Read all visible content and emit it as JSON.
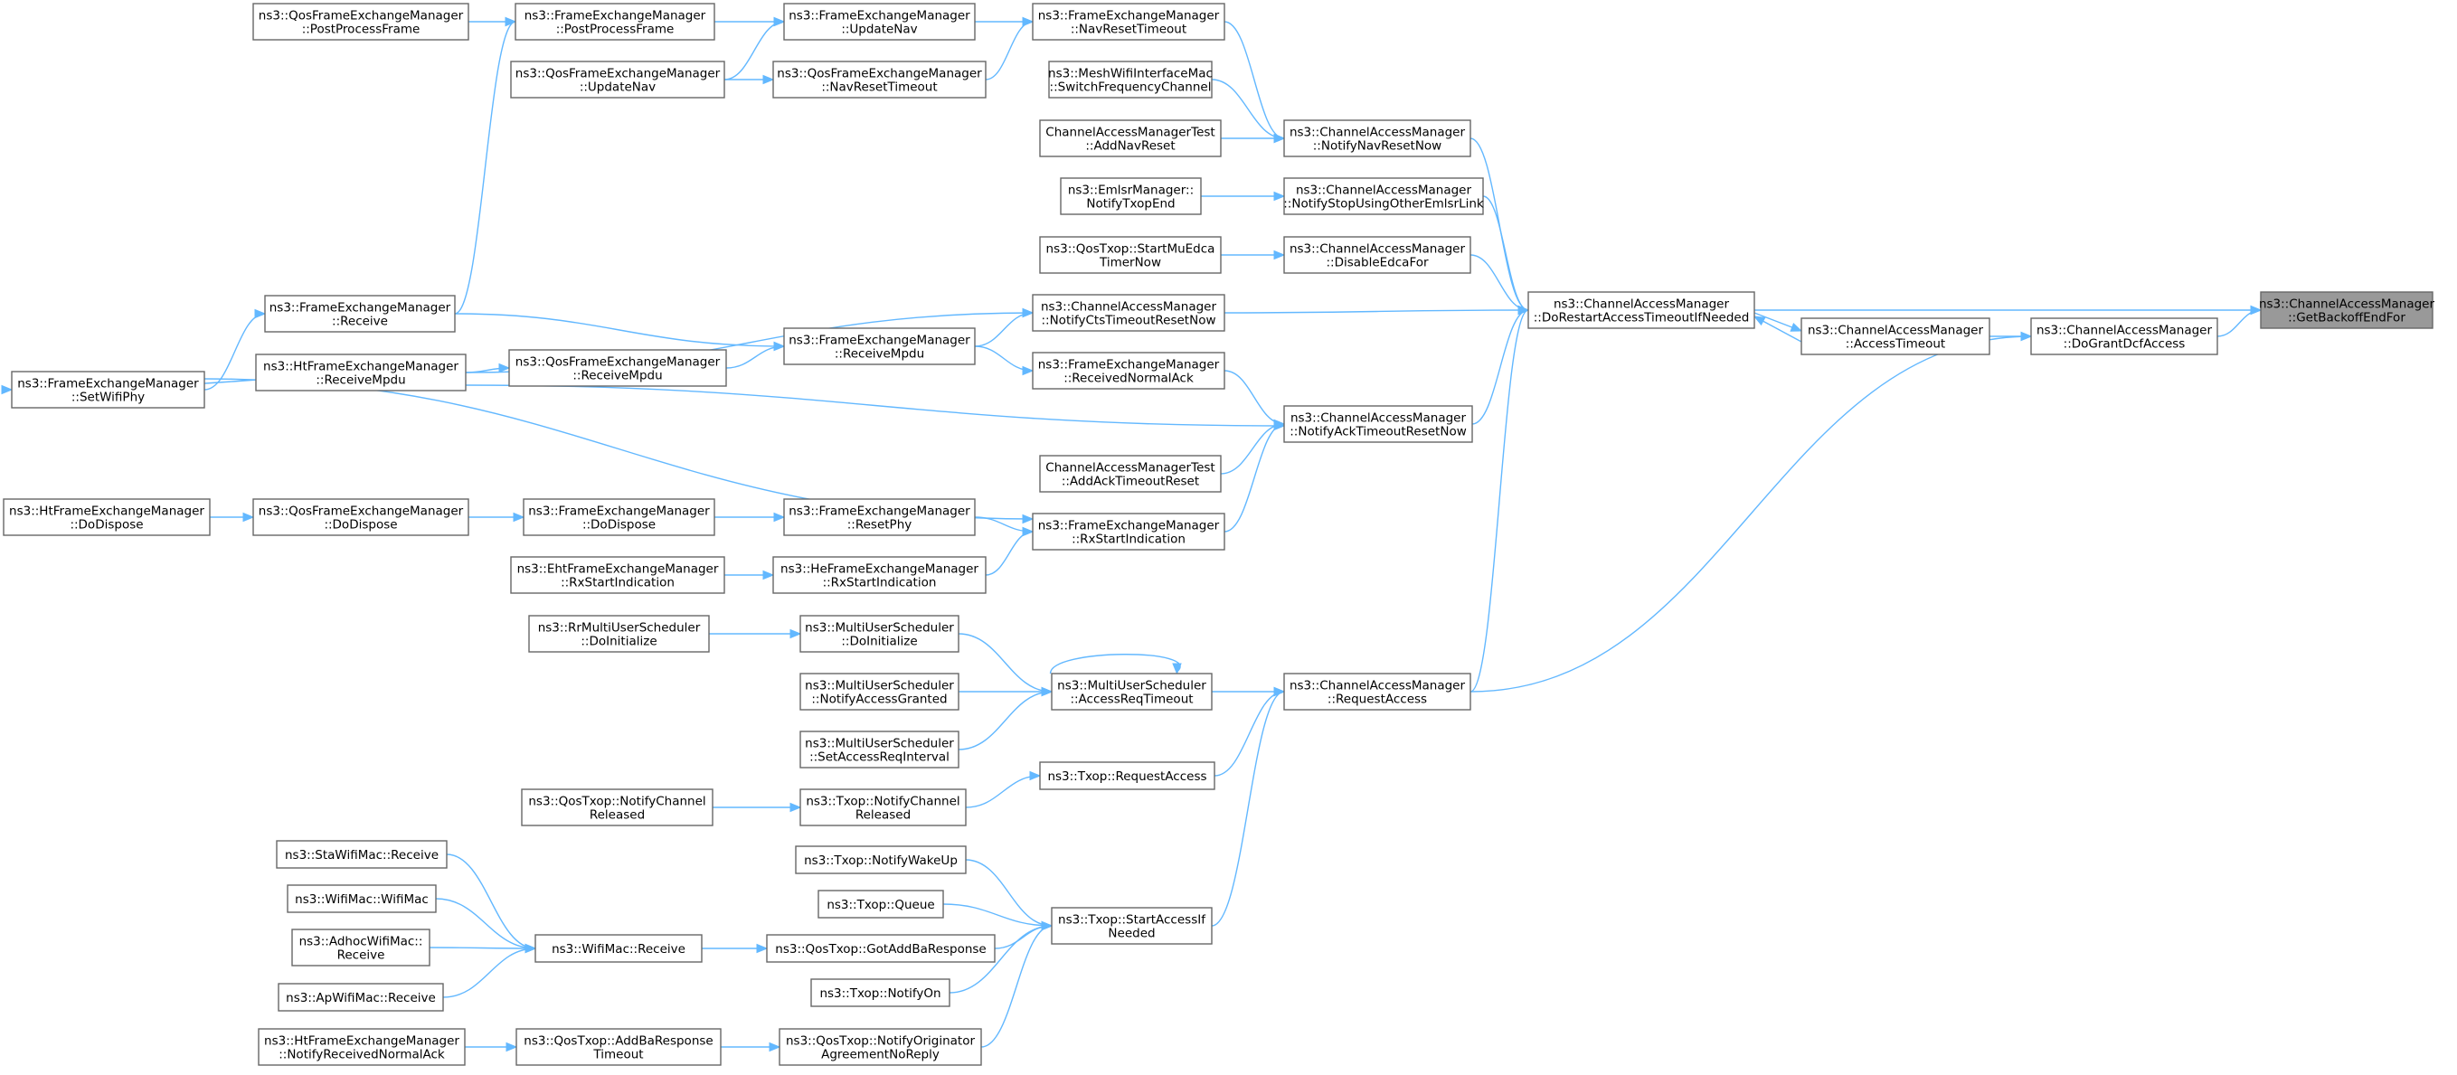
{
  "diagram": {
    "kind": "caller-graph",
    "colors": {
      "edge": "#63b8ff",
      "node_border": "#666666",
      "focus_fill": "#999999",
      "node_fill": "#ffffff"
    },
    "nodes": [
      {
        "id": "n0",
        "lines": [
          "ns3::ChannelAccessManager",
          "::GetBackoffEndFor"
        ],
        "focus": true
      },
      {
        "id": "n1",
        "lines": [
          "ns3::ChannelAccessManager",
          "::DoGrantDcfAccess"
        ]
      },
      {
        "id": "n2",
        "lines": [
          "ns3::ChannelAccessManager",
          "::DoRestartAccessTimeoutIfNeeded"
        ]
      },
      {
        "id": "n3",
        "lines": [
          "ns3::ChannelAccessManager",
          "::AccessTimeout"
        ]
      },
      {
        "id": "n4",
        "lines": [
          "ns3::ChannelAccessManager",
          "::RequestAccess"
        ]
      },
      {
        "id": "n5",
        "lines": [
          "ns3::FrameExchangeManager",
          "::NavResetTimeout"
        ]
      },
      {
        "id": "n6",
        "lines": [
          "ns3::MeshWifiInterfaceMac",
          "::SwitchFrequencyChannel"
        ]
      },
      {
        "id": "n7",
        "lines": [
          "ChannelAccessManagerTest",
          "::AddNavReset"
        ]
      },
      {
        "id": "n8",
        "lines": [
          "ns3::ChannelAccessManager",
          "::NotifyNavResetNow"
        ]
      },
      {
        "id": "n9",
        "lines": [
          "ns3::EmlsrManager::",
          "NotifyTxopEnd"
        ]
      },
      {
        "id": "n10",
        "lines": [
          "ns3::ChannelAccessManager",
          "::NotifyStopUsingOtherEmlsrLink"
        ]
      },
      {
        "id": "n11",
        "lines": [
          "ns3::QosTxop::StartMuEdca",
          "TimerNow"
        ]
      },
      {
        "id": "n12",
        "lines": [
          "ns3::ChannelAccessManager",
          "::DisableEdcaFor"
        ]
      },
      {
        "id": "n13",
        "lines": [
          "ns3::ChannelAccessManager",
          "::NotifyCtsTimeoutResetNow"
        ]
      },
      {
        "id": "n14",
        "lines": [
          "ns3::FrameExchangeManager",
          "::ReceivedNormalAck"
        ]
      },
      {
        "id": "n15",
        "lines": [
          "ns3::ChannelAccessManager",
          "::NotifyAckTimeoutResetNow"
        ]
      },
      {
        "id": "n16",
        "lines": [
          "ChannelAccessManagerTest",
          "::AddAckTimeoutReset"
        ]
      },
      {
        "id": "n17",
        "lines": [
          "ns3::FrameExchangeManager",
          "::RxStartIndication"
        ]
      },
      {
        "id": "n18",
        "lines": [
          "ns3::MultiUserScheduler",
          "::AccessReqTimeout"
        ]
      },
      {
        "id": "n19",
        "lines": [
          "ns3::Txop::RequestAccess"
        ]
      },
      {
        "id": "n20",
        "lines": [
          "ns3::Txop::StartAccessIf",
          "Needed"
        ]
      },
      {
        "id": "n21",
        "lines": [
          "ns3::FrameExchangeManager",
          "::UpdateNav"
        ]
      },
      {
        "id": "n22",
        "lines": [
          "ns3::QosFrameExchangeManager",
          "::NavResetTimeout"
        ]
      },
      {
        "id": "n23",
        "lines": [
          "ns3::FrameExchangeManager",
          "::PostProcessFrame"
        ]
      },
      {
        "id": "n24",
        "lines": [
          "ns3::QosFrameExchangeManager",
          "::UpdateNav"
        ]
      },
      {
        "id": "n25",
        "lines": [
          "ns3::QosFrameExchangeManager",
          "::PostProcessFrame"
        ]
      },
      {
        "id": "n26",
        "lines": [
          "ns3::FrameExchangeManager",
          "::Receive"
        ]
      },
      {
        "id": "n27",
        "lines": [
          "ns3::FrameExchangeManager",
          "::SetWifiPhy"
        ]
      },
      {
        "id": "n28",
        "lines": [
          "ns3::FrameExchangeManager",
          "::ReceiveMpdu"
        ]
      },
      {
        "id": "n29",
        "lines": [
          "ns3::HtFrameExchangeManager",
          "::ReceiveMpdu"
        ]
      },
      {
        "id": "n30",
        "lines": [
          "ns3::QosFrameExchangeManager",
          "::ReceiveMpdu"
        ]
      },
      {
        "id": "n31",
        "lines": [
          "ns3::FrameExchangeManager",
          "::ResetPhy"
        ]
      },
      {
        "id": "n32",
        "lines": [
          "ns3::FrameExchangeManager",
          "::DoDispose"
        ]
      },
      {
        "id": "n33",
        "lines": [
          "ns3::QosFrameExchangeManager",
          "::DoDispose"
        ]
      },
      {
        "id": "n34",
        "lines": [
          "ns3::HtFrameExchangeManager",
          "::DoDispose"
        ]
      },
      {
        "id": "n35",
        "lines": [
          "ns3::HeFrameExchangeManager",
          "::RxStartIndication"
        ]
      },
      {
        "id": "n36",
        "lines": [
          "ns3::EhtFrameExchangeManager",
          "::RxStartIndication"
        ]
      },
      {
        "id": "n37",
        "lines": [
          "ns3::MultiUserScheduler",
          "::DoInitialize"
        ]
      },
      {
        "id": "n38",
        "lines": [
          "ns3::RrMultiUserScheduler",
          "::DoInitialize"
        ]
      },
      {
        "id": "n39",
        "lines": [
          "ns3::MultiUserScheduler",
          "::NotifyAccessGranted"
        ]
      },
      {
        "id": "n40",
        "lines": [
          "ns3::MultiUserScheduler",
          "::SetAccessReqInterval"
        ]
      },
      {
        "id": "n41",
        "lines": [
          "ns3::Txop::NotifyChannel",
          "Released"
        ]
      },
      {
        "id": "n42",
        "lines": [
          "ns3::QosTxop::NotifyChannel",
          "Released"
        ]
      },
      {
        "id": "n43",
        "lines": [
          "ns3::Txop::NotifyWakeUp"
        ]
      },
      {
        "id": "n44",
        "lines": [
          "ns3::Txop::Queue"
        ]
      },
      {
        "id": "n45",
        "lines": [
          "ns3::QosTxop::GotAddBaResponse"
        ]
      },
      {
        "id": "n46",
        "lines": [
          "ns3::Txop::NotifyOn"
        ]
      },
      {
        "id": "n47",
        "lines": [
          "ns3::QosTxop::NotifyOriginator",
          "AgreementNoReply"
        ]
      },
      {
        "id": "n48",
        "lines": [
          "ns3::WifiMac::Receive"
        ]
      },
      {
        "id": "n49",
        "lines": [
          "ns3::StaWifiMac::Receive"
        ]
      },
      {
        "id": "n50",
        "lines": [
          "ns3::WifiMac::WifiMac"
        ]
      },
      {
        "id": "n51",
        "lines": [
          "ns3::AdhocWifiMac::",
          "Receive"
        ]
      },
      {
        "id": "n52",
        "lines": [
          "ns3::ApWifiMac::Receive"
        ]
      },
      {
        "id": "n53",
        "lines": [
          "ns3::QosTxop::AddBaResponse",
          "Timeout"
        ]
      },
      {
        "id": "n54",
        "lines": [
          "ns3::HtFrameExchangeManager",
          "::NotifyReceivedNormalAck"
        ]
      }
    ],
    "edges": [
      [
        "n1",
        "n0"
      ],
      [
        "n2",
        "n0"
      ],
      [
        "n3",
        "n1"
      ],
      [
        "n4",
        "n1"
      ],
      [
        "n2",
        "n3"
      ],
      [
        "n3",
        "n2"
      ],
      [
        "n8",
        "n2"
      ],
      [
        "n10",
        "n2"
      ],
      [
        "n12",
        "n2"
      ],
      [
        "n13",
        "n2"
      ],
      [
        "n15",
        "n2"
      ],
      [
        "n4",
        "n2"
      ],
      [
        "n5",
        "n8"
      ],
      [
        "n6",
        "n8"
      ],
      [
        "n7",
        "n8"
      ],
      [
        "n9",
        "n10"
      ],
      [
        "n11",
        "n12"
      ],
      [
        "n14",
        "n15"
      ],
      [
        "n16",
        "n15"
      ],
      [
        "n17",
        "n15"
      ],
      [
        "n29",
        "n15"
      ],
      [
        "n28",
        "n13"
      ],
      [
        "n29",
        "n13"
      ],
      [
        "n28",
        "n14"
      ],
      [
        "n21",
        "n5"
      ],
      [
        "n22",
        "n5"
      ],
      [
        "n23",
        "n21"
      ],
      [
        "n24",
        "n21"
      ],
      [
        "n24",
        "n22"
      ],
      [
        "n25",
        "n23"
      ],
      [
        "n26",
        "n23"
      ],
      [
        "n26",
        "n28"
      ],
      [
        "n27",
        "n26"
      ],
      [
        "n27",
        "n17"
      ],
      [
        "n29",
        "n30"
      ],
      [
        "n30",
        "n28"
      ],
      [
        "n29",
        "n27"
      ],
      [
        "n31",
        "n17"
      ],
      [
        "n35",
        "n17"
      ],
      [
        "n32",
        "n31"
      ],
      [
        "n33",
        "n32"
      ],
      [
        "n34",
        "n33"
      ],
      [
        "n36",
        "n35"
      ],
      [
        "n18",
        "n4"
      ],
      [
        "n18",
        "n18"
      ],
      [
        "n37",
        "n18"
      ],
      [
        "n39",
        "n18"
      ],
      [
        "n40",
        "n18"
      ],
      [
        "n38",
        "n37"
      ],
      [
        "n19",
        "n4"
      ],
      [
        "n20",
        "n4"
      ],
      [
        "n41",
        "n19"
      ],
      [
        "n42",
        "n41"
      ],
      [
        "n43",
        "n20"
      ],
      [
        "n44",
        "n20"
      ],
      [
        "n45",
        "n20"
      ],
      [
        "n46",
        "n20"
      ],
      [
        "n47",
        "n20"
      ],
      [
        "n48",
        "n45"
      ],
      [
        "n49",
        "n48"
      ],
      [
        "n50",
        "n48"
      ],
      [
        "n51",
        "n48"
      ],
      [
        "n52",
        "n48"
      ],
      [
        "n53",
        "n47"
      ],
      [
        "n54",
        "n53"
      ]
    ]
  }
}
